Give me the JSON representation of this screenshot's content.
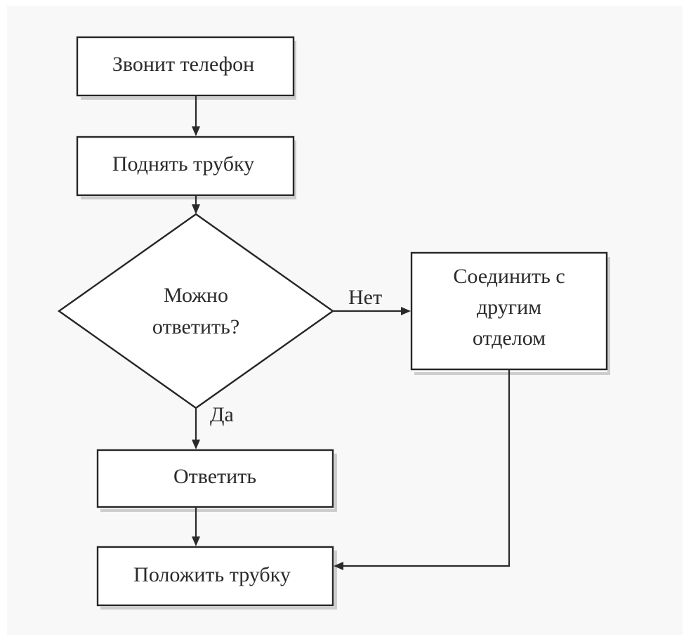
{
  "nodes": {
    "ring": {
      "label": "Звонит телефон"
    },
    "pickup": {
      "label": "Поднять трубку"
    },
    "decision": {
      "line1": "Можно",
      "line2": "ответить?"
    },
    "transfer": {
      "line1": "Соединить с",
      "line2": "другим",
      "line3": "отделом"
    },
    "answer": {
      "label": "Ответить"
    },
    "hangup": {
      "label": "Положить трубку"
    }
  },
  "edges": {
    "no_label": "Нет",
    "yes_label": "Да"
  }
}
